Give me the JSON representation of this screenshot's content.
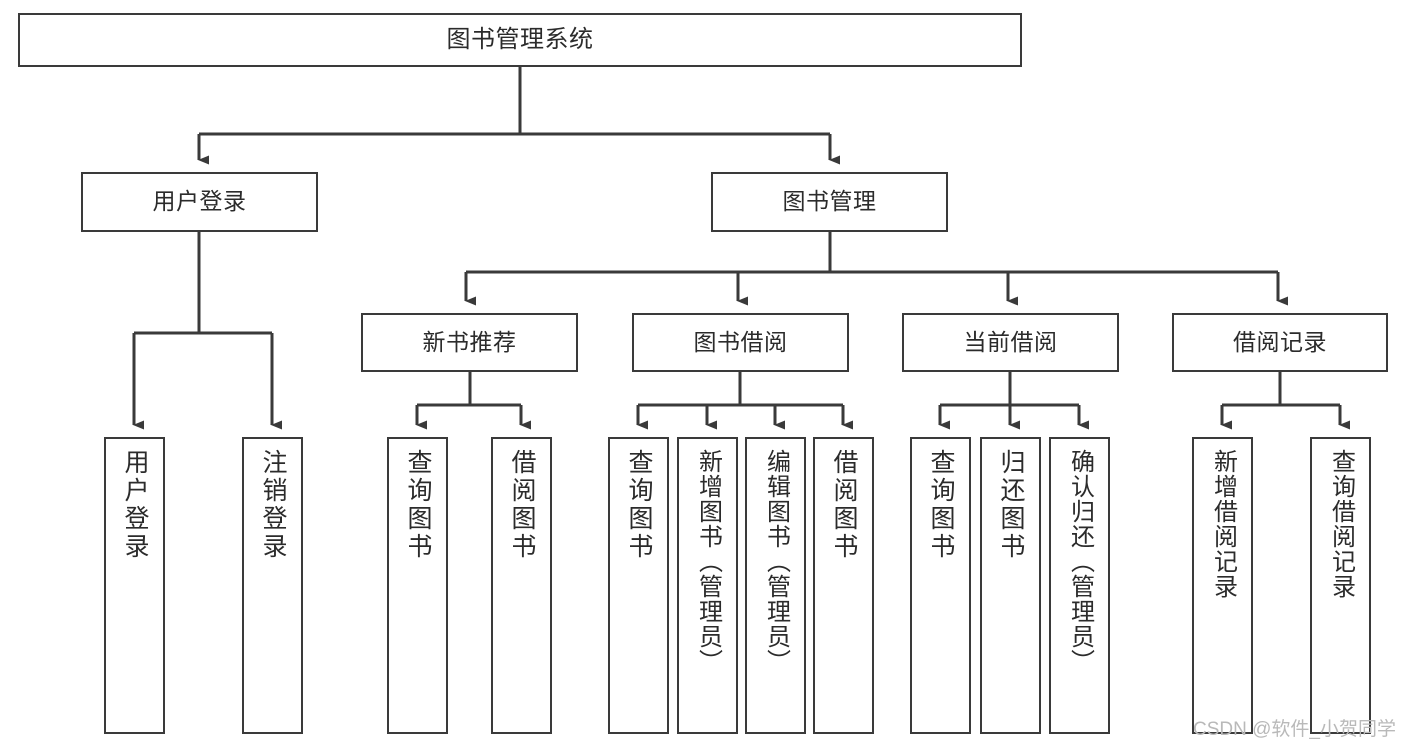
{
  "diagram": {
    "title": "图书管理系统",
    "watermark": "CSDN @软件_小贺同学",
    "line_color": "#3a3a3a",
    "box_fill": "#ffffff",
    "text_color": "#2b2b2b",
    "watermark_color": "#b9b9b9"
  },
  "nodes": {
    "root": {
      "label": "图书管理系统"
    },
    "level2": [
      {
        "label": "用户登录"
      },
      {
        "label": "图书管理"
      }
    ],
    "level3": [
      {
        "label": "新书推荐"
      },
      {
        "label": "图书借阅"
      },
      {
        "label": "当前借阅"
      },
      {
        "label": "借阅记录"
      }
    ],
    "leaves_user_login": [
      {
        "label": "用户登录"
      },
      {
        "label": "注销登录"
      }
    ],
    "leaves_new_books": [
      {
        "label": "查询图书"
      },
      {
        "label": "借阅图书"
      }
    ],
    "leaves_book_borrow": [
      {
        "label": "查询图书"
      },
      {
        "label": "新增图书（管理员）"
      },
      {
        "label": "编辑图书（管理员）"
      },
      {
        "label": "借阅图书"
      }
    ],
    "leaves_current_borrow": [
      {
        "label": "查询图书"
      },
      {
        "label": "归还图书"
      },
      {
        "label": "确认归还（管理员）"
      }
    ],
    "leaves_borrow_records": [
      {
        "label": "新增借阅记录"
      },
      {
        "label": "查询借阅记录"
      }
    ]
  }
}
